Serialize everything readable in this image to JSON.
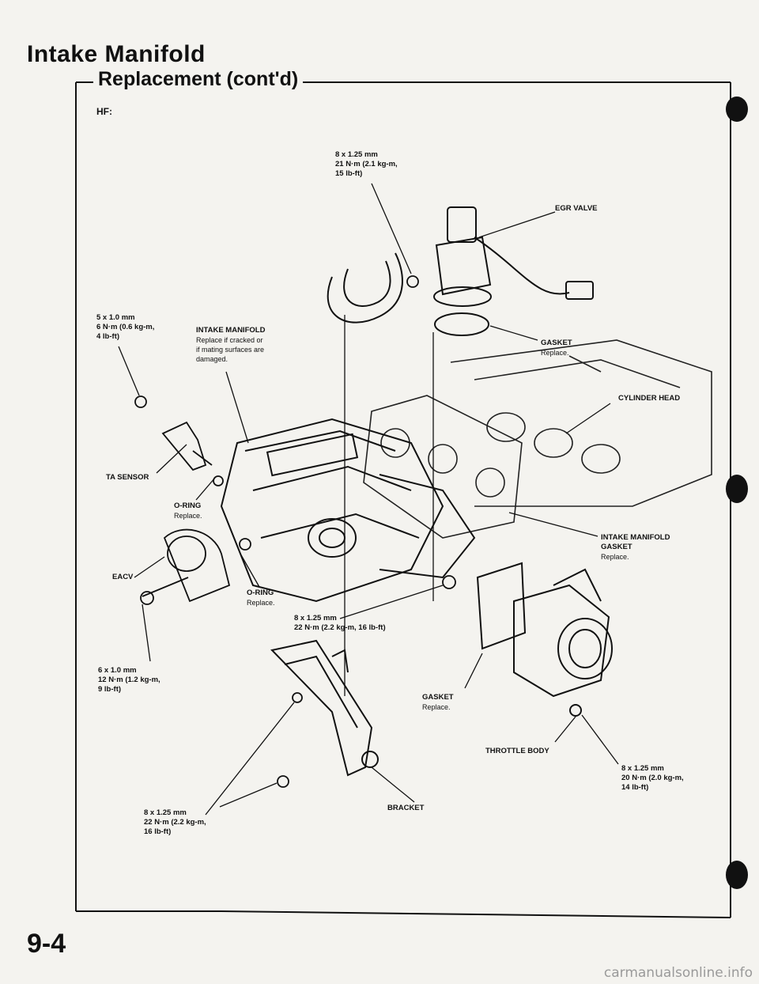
{
  "header": {
    "title": "Intake Manifold",
    "section": "Replacement (cont'd)",
    "variant": "HF:"
  },
  "footer": {
    "page_number": "9-4",
    "watermark": "carmanualsonline.info"
  },
  "callouts": {
    "egr_bolt": [
      "8 x 1.25 mm",
      "21 N·m (2.1 kg-m,",
      "15 lb-ft)"
    ],
    "egr_valve": "EGR VALVE",
    "ta_bolt": [
      "5 x 1.0 mm",
      "6 N·m (0.6 kg-m,",
      "4 lb-ft)"
    ],
    "intake_manifold": {
      "title": "INTAKE MANIFOLD",
      "note": [
        "Replace if cracked or",
        "if mating surfaces are",
        "damaged."
      ]
    },
    "gasket_egr": {
      "title": "GASKET",
      "note": "Replace."
    },
    "cylinder_head": "CYLINDER HEAD",
    "ta_sensor": "TA SENSOR",
    "oring_1": {
      "title": "O-RING",
      "note": "Replace."
    },
    "manifold_gasket": {
      "title": [
        "INTAKE MANIFOLD",
        "GASKET"
      ],
      "note": "Replace."
    },
    "eacv": "EACV",
    "oring_2": {
      "title": "O-RING",
      "note": "Replace."
    },
    "tb_nut": [
      "8 x 1.25 mm",
      "22 N·m (2.2 kg-m, 16 lb-ft)"
    ],
    "eacv_bolt": [
      "6 x 1.0 mm",
      "12 N·m (1.2 kg-m,",
      "9 lb-ft)"
    ],
    "gasket_tb": {
      "title": "GASKET",
      "note": "Replace."
    },
    "throttle_body": "THROTTLE BODY",
    "tb_bolt": [
      "8 x 1.25 mm",
      "20 N·m (2.0 kg-m,",
      "14 lb-ft)"
    ],
    "bracket_bolt": [
      "8 x 1.25 mm",
      "22 N·m (2.2 kg-m,",
      "16 lb-ft)"
    ],
    "bracket": "BRACKET"
  }
}
